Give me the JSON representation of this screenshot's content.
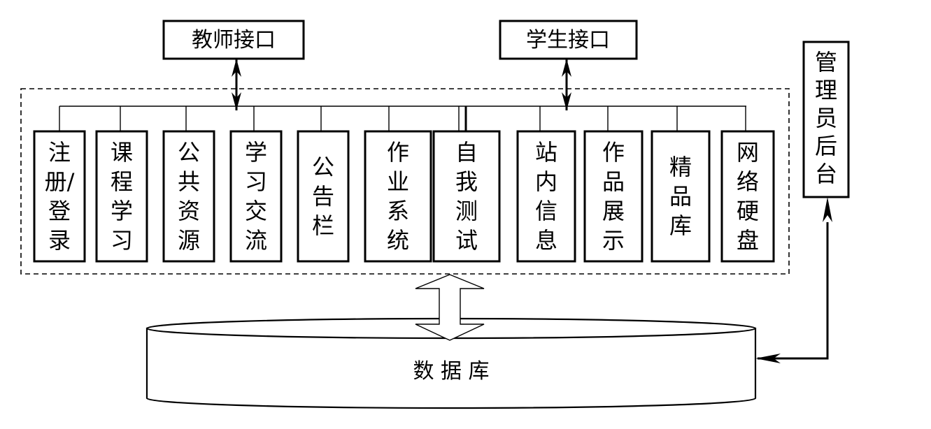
{
  "interfaces": {
    "teacher": "教师接口",
    "student": "学生接口"
  },
  "admin": {
    "label": "管理员后台",
    "chars": [
      "管",
      "理",
      "员",
      "后",
      "台"
    ]
  },
  "modules": [
    {
      "label": "注册/登录",
      "chars": [
        "注",
        "册/",
        "登",
        "录"
      ]
    },
    {
      "label": "课程学习",
      "chars": [
        "课",
        "程",
        "学",
        "习"
      ]
    },
    {
      "label": "公共资源",
      "chars": [
        "公",
        "共",
        "资",
        "源"
      ]
    },
    {
      "label": "学习交流",
      "chars": [
        "学",
        "习",
        "交",
        "流"
      ]
    },
    {
      "label": "公告栏",
      "chars": [
        "公",
        "告",
        "栏"
      ]
    },
    {
      "label": "作业系统",
      "chars": [
        "作",
        "业",
        "系",
        "统"
      ]
    },
    {
      "label": "自我测试",
      "chars": [
        "自",
        "我",
        "测",
        "试"
      ]
    },
    {
      "label": "站内信息",
      "chars": [
        "站",
        "内",
        "信",
        "息"
      ]
    },
    {
      "label": "作品展示",
      "chars": [
        "作",
        "品",
        "展",
        "示"
      ]
    },
    {
      "label": "精品库",
      "chars": [
        "精",
        "品",
        "库"
      ]
    },
    {
      "label": "网络硬盘",
      "chars": [
        "网",
        "络",
        "硬",
        "盘"
      ]
    }
  ],
  "database": {
    "label": "数 据 库"
  }
}
